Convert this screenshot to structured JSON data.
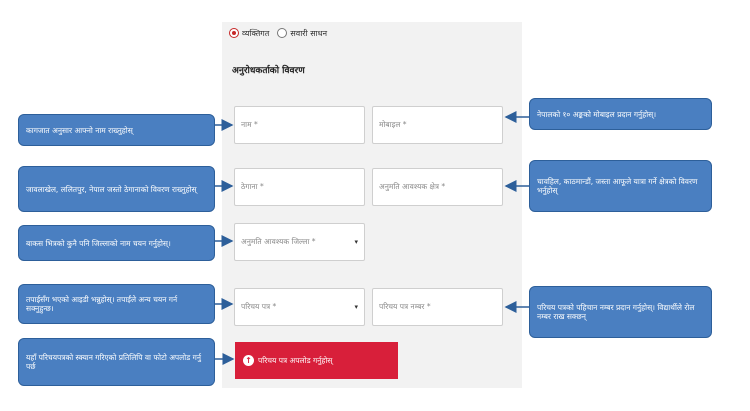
{
  "form": {
    "radio_options": [
      "व्यक्तिगत",
      "सवारी साधन"
    ],
    "selected_radio": 0,
    "section_title": "अनुरोधकर्ताको विवरण",
    "fields": {
      "name": "नाम *",
      "mobile": "मोबाइल *",
      "address": "ठेगाना *",
      "area": "अनुमति आवश्यक क्षेत्र *",
      "district": "अनुमति आवश्यक जिल्ला *",
      "id_type": "परिचय पत्र *",
      "id_number": "परिचय पत्र नम्बर *"
    },
    "upload_button": "परिचय पत्र अपलोड गर्नुहोस्"
  },
  "callouts": {
    "name_hint": "कागजात अनुसार आफ्नो नाम राख्नुहोस्",
    "mobile_hint": "नेपालको १० अङ्कको मोबाइल प्रदान गर्नुहोस्।",
    "address_hint": "जावलाखेल, ललितपुर, नेपाल जस्तो ठेगानाको विवरण राख्नुहोस्",
    "area_hint": "चावहिल, काठमान्डौं, जस्ता आफूले यात्रा गर्ने क्षेत्रको विवरण भर्नुहोस्",
    "district_hint": "बाकस भित्रको कुनै पनि जिल्लाको नाम चयन गर्नुहोस्।",
    "id_type_hint": "तपाईसँग भएको आइडी भन्नुहोस्। तपाईंले अन्य चयन गर्न सक्नुहुन्छ।",
    "id_number_hint": "परिचय पत्रको पहिचान नम्बर प्रदान गर्नुहोस्। विद्यार्थीले रोल नम्बर राख सक्छन्",
    "upload_hint": "यहाँ परिचयपत्रको स्क्यान गरिएको प्रतिलिपि वा फोटो अपलोड गर्नु पर्छ"
  },
  "colors": {
    "callout_bg": "#4a7fc1",
    "accent_red": "#d81f3a"
  }
}
